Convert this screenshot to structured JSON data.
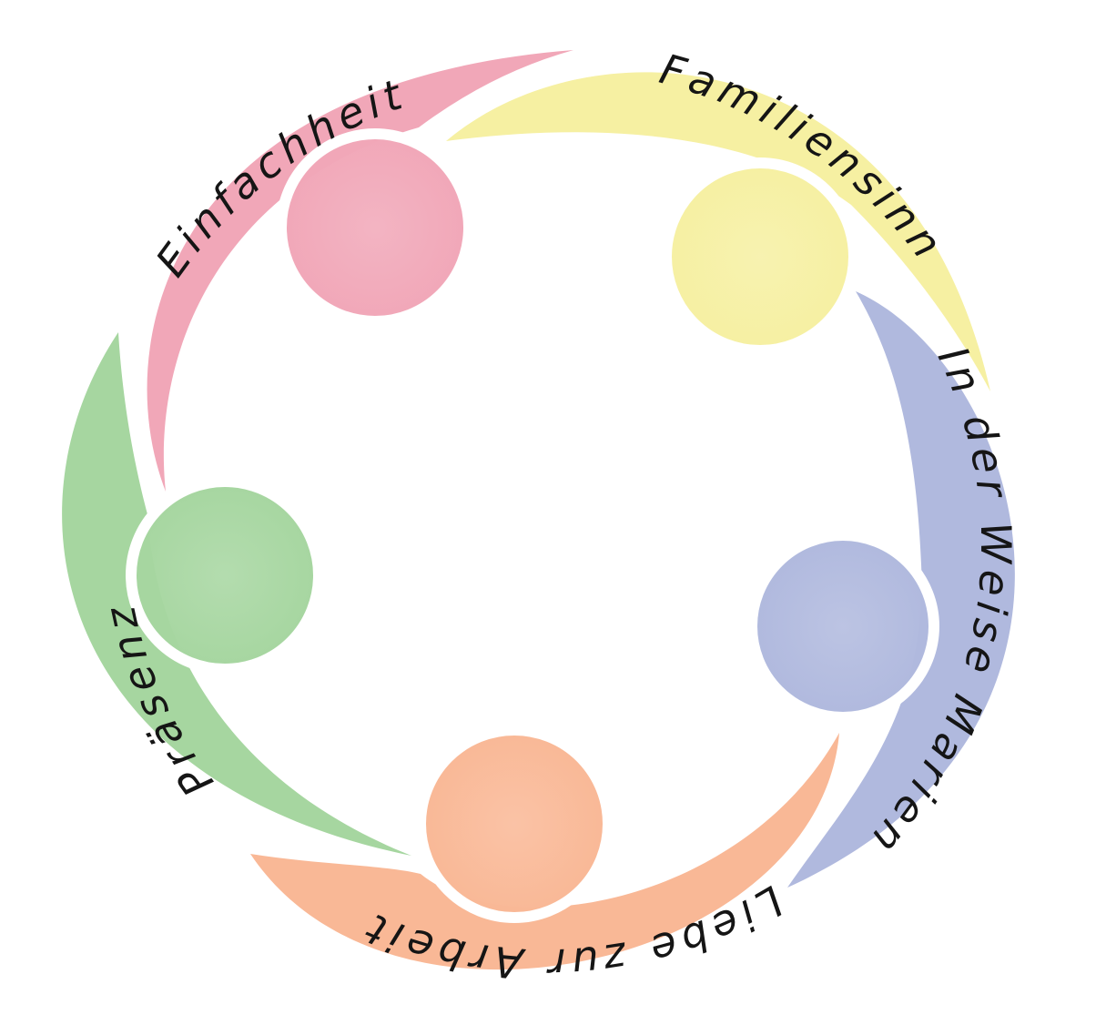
{
  "diagram": {
    "figures": [
      {
        "id": "pink",
        "label": "Einfachheit",
        "color": "#f1a7b8"
      },
      {
        "id": "yellow",
        "label": "Familiensinn",
        "color": "#f6f0a2"
      },
      {
        "id": "blue",
        "label": "In der Weise Mariens",
        "color": "#b0b9de"
      },
      {
        "id": "orange",
        "label": "Liebe zur Arbeit",
        "color": "#f9b896"
      },
      {
        "id": "green",
        "label": "Präsenz",
        "color": "#a6d6a0"
      }
    ]
  }
}
